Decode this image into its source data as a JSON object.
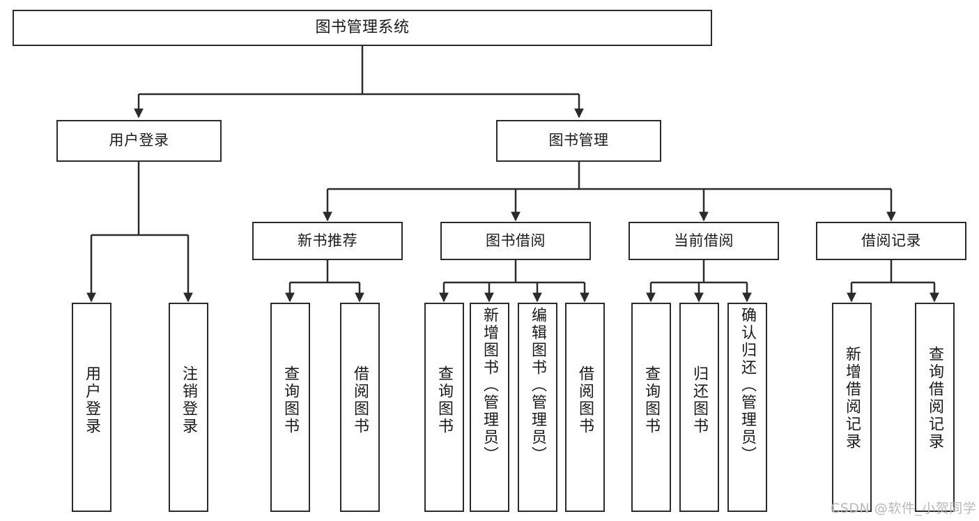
{
  "diagram": {
    "type": "tree",
    "title": "图书管理系统",
    "colors": {
      "stroke": "#2b2b2b",
      "fill": "#ffffff",
      "background": "#ffffff",
      "watermark": "#b9b9b9"
    },
    "root": {
      "label": "图书管理系统"
    },
    "level2": [
      {
        "label": "用户登录"
      },
      {
        "label": "图书管理"
      }
    ],
    "level3": [
      {
        "label": "新书推荐"
      },
      {
        "label": "图书借阅"
      },
      {
        "label": "当前借阅"
      },
      {
        "label": "借阅记录"
      }
    ],
    "leaves": {
      "user_login": [
        {
          "label": "用户登录"
        },
        {
          "label": "注销登录"
        }
      ],
      "new_book": [
        {
          "label": "查询图书"
        },
        {
          "label": "借阅图书"
        }
      ],
      "borrow_book": [
        {
          "label": "查询图书"
        },
        {
          "label": "新增图书（管理员）"
        },
        {
          "label": "编辑图书（管理员）"
        },
        {
          "label": "借阅图书"
        }
      ],
      "current_borrow": [
        {
          "label": "查询图书"
        },
        {
          "label": "归还图书"
        },
        {
          "label": "确认归还（管理员）"
        }
      ],
      "borrow_record": [
        {
          "label": "新增借阅记录"
        },
        {
          "label": "查询借阅记录"
        }
      ]
    }
  },
  "watermark": {
    "text": "CSDN @软件_小贺同学"
  }
}
